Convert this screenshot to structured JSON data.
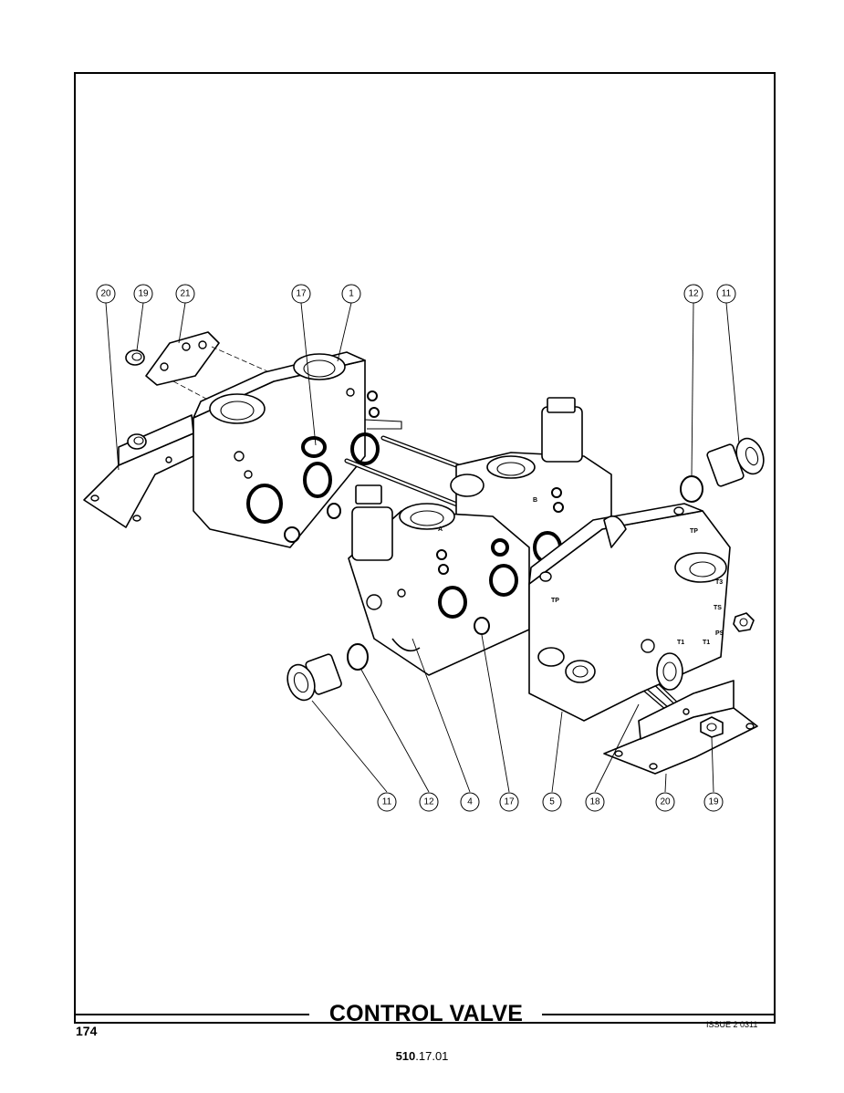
{
  "page": {
    "title": "CONTROL VALVE",
    "page_number": "174",
    "issue": "ISSUE 2 0311",
    "doc_ref_bold": "510",
    "doc_ref_rest": ".17.01"
  },
  "callouts_top": [
    "20",
    "19",
    "21",
    "17",
    "1",
    "12",
    "11"
  ],
  "callouts_bottom": [
    "11",
    "12",
    "4",
    "17",
    "5",
    "18",
    "20",
    "19"
  ],
  "stamps": {
    "a": "A",
    "b": "B",
    "tp_top": "TP",
    "tp_front": "TP",
    "t3": "T3",
    "t1": "T1",
    "t1b": "T1",
    "ts": "TS",
    "ps": "PS"
  }
}
